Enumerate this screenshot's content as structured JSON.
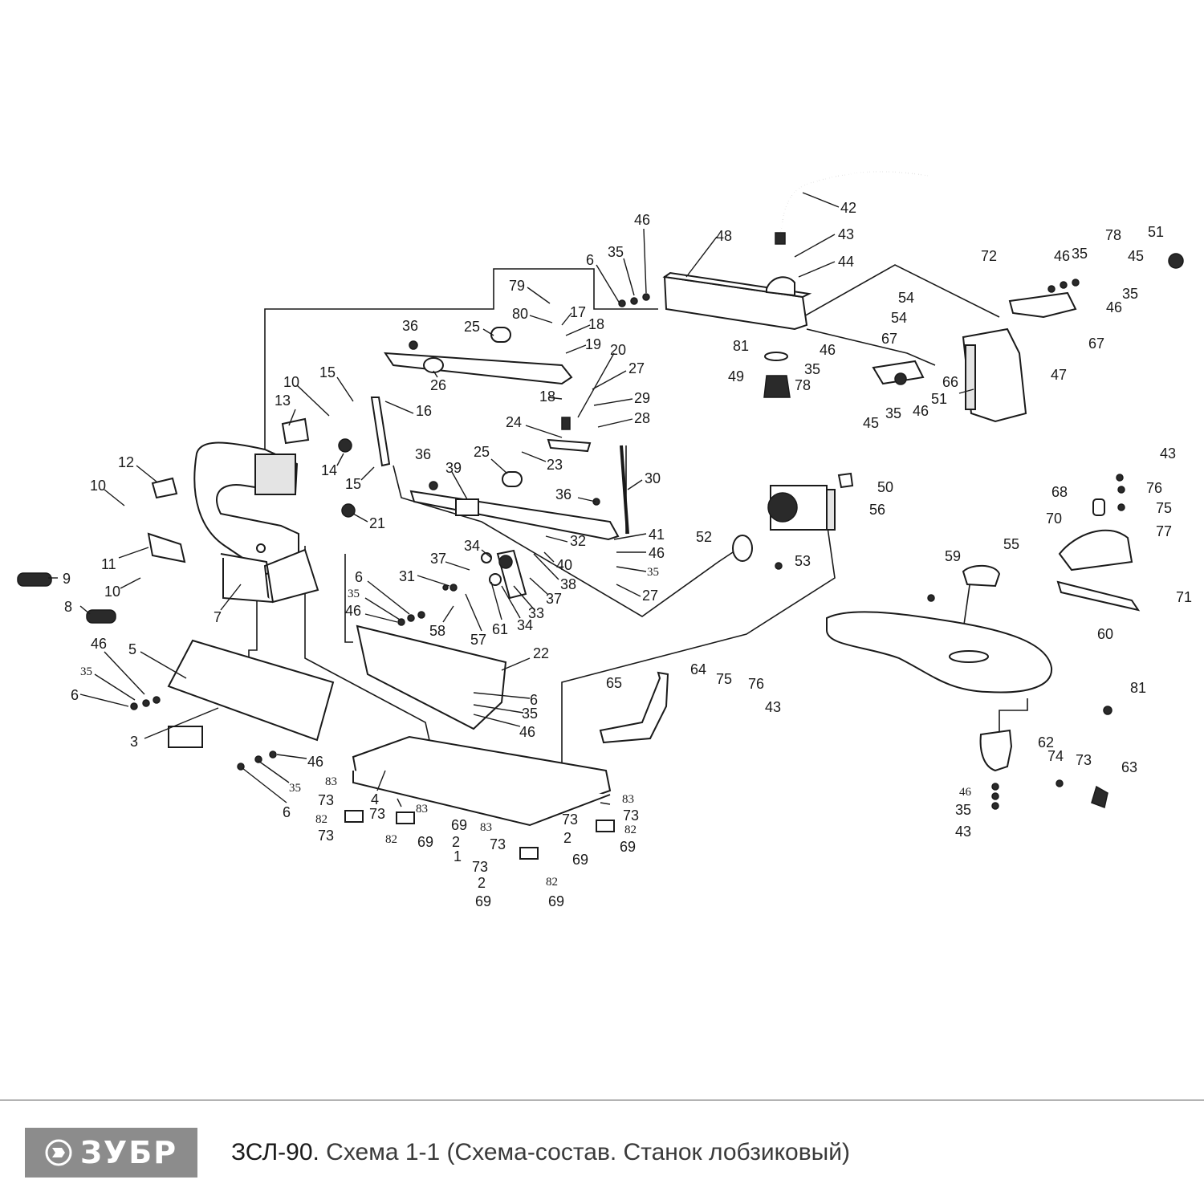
{
  "brand": {
    "logo_text": "ЗУБР",
    "logo_color": "#8c8c8c"
  },
  "caption": {
    "model": "ЗСЛ-90.",
    "description": " Схема 1-1 (Схема-состав. Станок лобзиковый)"
  },
  "callouts": {
    "c1": "46",
    "c2": "48",
    "c3": "42",
    "c4": "43",
    "c5": "44",
    "c6": "35",
    "c7": "6",
    "c8": "79",
    "c9": "80",
    "c10": "17",
    "c11": "18",
    "c12": "19",
    "c13": "20",
    "c14": "25",
    "c15": "36",
    "c16": "26",
    "c17": "27",
    "c18": "29",
    "c19": "28",
    "c20": "18",
    "c21": "24",
    "c22": "23",
    "c23": "15",
    "c24": "16",
    "c25": "10",
    "c26": "13",
    "c27": "14",
    "c28": "15",
    "c29": "12",
    "c30": "10",
    "c31": "36",
    "c32": "39",
    "c33": "25",
    "c34": "30",
    "c35": "36",
    "c36": "41",
    "c37": "46",
    "c38": "35",
    "c39": "27",
    "c40": "32",
    "c41": "40",
    "c42": "38",
    "c43": "37",
    "c44": "34",
    "c45": "37",
    "c46": "31",
    "c47": "33",
    "c48": "34",
    "c49": "61",
    "c50": "57",
    "c51": "58",
    "c52": "21",
    "c53": "11",
    "c54": "9",
    "c55": "10",
    "c56": "8",
    "c57": "7",
    "c58": "6",
    "c59": "35",
    "c60": "46",
    "c61": "22",
    "c62": "6",
    "c63": "35",
    "c64": "46",
    "c65": "46",
    "c66": "5",
    "c67": "35",
    "c68": "6",
    "c69": "3",
    "c70": "46",
    "c71": "35",
    "c72": "6",
    "c73": "4",
    "c74": "83",
    "c75": "73",
    "c76": "82",
    "c77": "73",
    "c78": "73",
    "c79": "83",
    "c80": "82",
    "c81": "69",
    "c82": "69",
    "c83": "2",
    "c84": "1",
    "c85": "83",
    "c86": "73",
    "c87": "73",
    "c88": "2",
    "c89": "73",
    "c90": "2",
    "c91": "69",
    "c92": "69",
    "c93": "82",
    "c94": "69",
    "c95": "83",
    "c96": "73",
    "c97": "82",
    "c98": "69",
    "c99": "65",
    "c100": "64",
    "c101": "75",
    "c102": "76",
    "c103": "43",
    "c104": "50",
    "c105": "56",
    "c106": "52",
    "c107": "53",
    "c108": "81",
    "c109": "49",
    "c110": "46",
    "c111": "35",
    "c112": "78",
    "c113": "45",
    "c114": "35",
    "c115": "46",
    "c116": "51",
    "c117": "66",
    "c118": "67",
    "c119": "54",
    "c120": "54",
    "c121": "47",
    "c122": "67",
    "c123": "72",
    "c124": "46",
    "c125": "35",
    "c126": "78",
    "c127": "45",
    "c128": "51",
    "c129": "35",
    "c130": "46",
    "c131": "43",
    "c132": "76",
    "c133": "75",
    "c134": "77",
    "c135": "68",
    "c136": "70",
    "c137": "71",
    "c138": "59",
    "c139": "55",
    "c140": "60",
    "c141": "81",
    "c142": "62",
    "c143": "74",
    "c144": "73",
    "c145": "63",
    "c146": "46",
    "c147": "35",
    "c148": "43"
  }
}
